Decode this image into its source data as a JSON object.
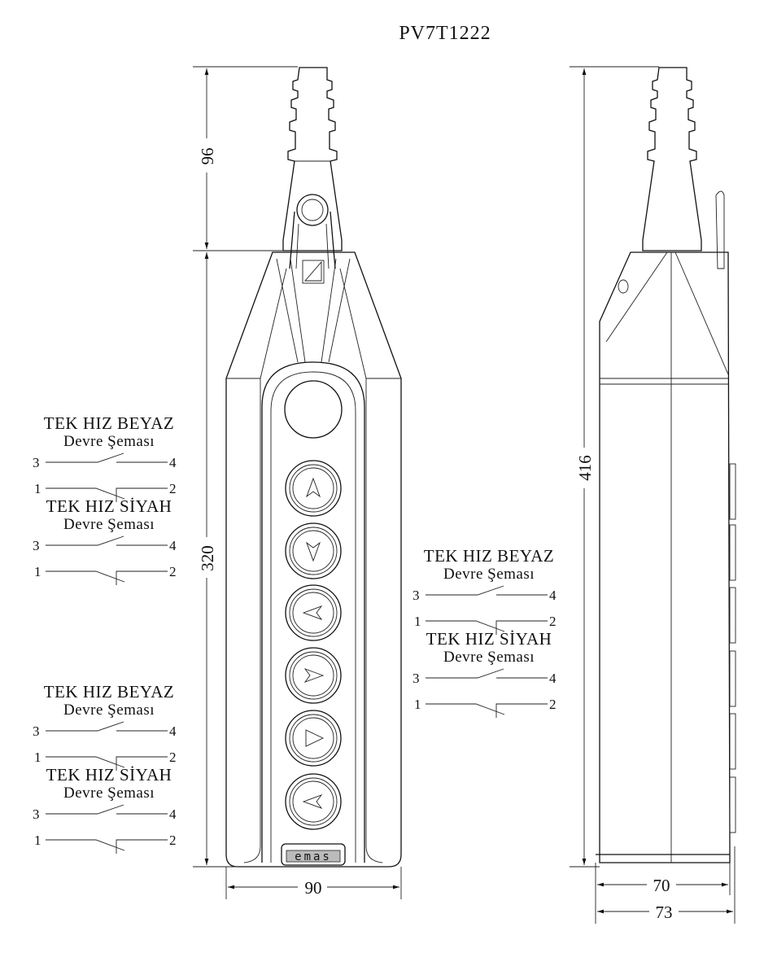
{
  "title": "PV7T1222",
  "dimensions": {
    "gland_height": "96",
    "body_height": "320",
    "total_height": "416",
    "front_width": "90",
    "side_depth": "70",
    "side_depth_total": "73"
  },
  "logo_text": "emas",
  "buttons": [
    {
      "icon": "arrow-up-icon"
    },
    {
      "icon": "arrow-down-icon"
    },
    {
      "icon": "arrow-left-icon"
    },
    {
      "icon": "arrow-right-icon"
    },
    {
      "icon": "arrow-right-icon"
    },
    {
      "icon": "arrow-left-icon"
    }
  ],
  "schematics": [
    {
      "groups": [
        {
          "heading": "TEK HIZ BEYAZ",
          "sub": "Devre Şeması",
          "t3": "3",
          "t4": "4",
          "t1": "1",
          "t2": "2"
        },
        {
          "heading": "TEK HIZ SİYAH",
          "sub": "Devre Şeması",
          "t3": "3",
          "t4": "4",
          "t1": "1",
          "t2": "2"
        }
      ]
    },
    {
      "groups": [
        {
          "heading": "TEK HIZ BEYAZ",
          "sub": "Devre Şeması",
          "t3": "3",
          "t4": "4",
          "t1": "1",
          "t2": "2"
        },
        {
          "heading": "TEK HIZ SİYAH",
          "sub": "Devre Şeması",
          "t3": "3",
          "t4": "4",
          "t1": "1",
          "t2": "2"
        }
      ]
    },
    {
      "groups": [
        {
          "heading": "TEK HIZ BEYAZ",
          "sub": "Devre Şeması",
          "t3": "3",
          "t4": "4",
          "t1": "1",
          "t2": "2"
        },
        {
          "heading": "TEK HIZ SİYAH",
          "sub": "Devre Şeması",
          "t3": "3",
          "t4": "4",
          "t1": "1",
          "t2": "2"
        }
      ]
    }
  ]
}
